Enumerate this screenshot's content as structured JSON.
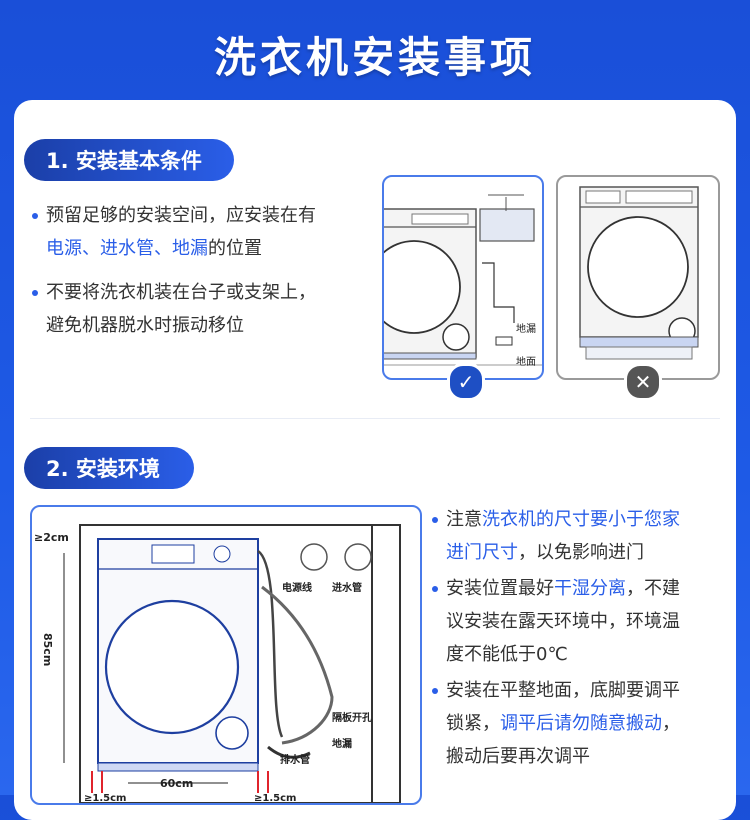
{
  "title": "洗衣机安装事项",
  "section1": {
    "heading": "1. 安装基本条件",
    "bullet1": {
      "line1": "预留足够的安装空间，应安装在有",
      "hl": "电源、进水管、地漏",
      "rest": "的位置"
    },
    "bullet2": {
      "line1": "不要将洗衣机装在台子或支架上，",
      "line2": "避免机器脱水时振动移位"
    },
    "labels": {
      "drain": "地漏",
      "floor": "地面"
    }
  },
  "section2": {
    "heading": "2. 安装环境",
    "bullet1": {
      "pre": "注意",
      "hl1": "洗衣机的尺寸要小于您家",
      "hl2": "进门尺寸",
      "rest": "，以免影响进门"
    },
    "bullet2": {
      "pre": "安装位置最好",
      "hl": "干湿分离",
      "rest1": "，不建",
      "line2": "议安装在露天环境中，环境温",
      "line3": "度不能低于0℃"
    },
    "bullet3": {
      "line1": "安装在平整地面，底脚要调平",
      "pre2": "锁紧，",
      "hl": "调平后请勿随意搬动",
      "rest2": "，",
      "line3": "搬动后要再次调平"
    },
    "labels": {
      "gap": "≥2cm",
      "height": "85cm",
      "width": "60cm",
      "power": "电源线",
      "water": "进水管",
      "hole": "隔板开孔",
      "drain": "地漏",
      "drain_pipe": "排水管",
      "side_gap_left": "≥1.5cm",
      "side_gap_right": "≥1.5cm"
    }
  },
  "colors": {
    "accent": "#2a5ee8",
    "header_bg": "#1e5ae6",
    "text": "#333333"
  },
  "icons": {
    "ok": "check-icon",
    "no": "cross-icon"
  }
}
